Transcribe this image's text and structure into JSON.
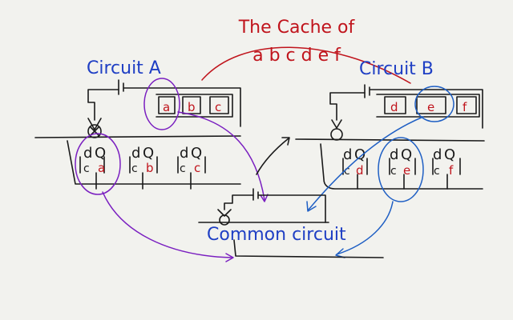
{
  "title": {
    "line1": "The Cache of",
    "line2": "a b c d e f"
  },
  "circuit_a": {
    "label": "Circuit A",
    "cache_letters": [
      "a",
      "b",
      "c"
    ],
    "flipflop_letters": [
      "a",
      "b",
      "c"
    ]
  },
  "circuit_b": {
    "label": "Circuit B",
    "cache_letters": [
      "d",
      "e",
      "f"
    ],
    "flipflop_letters": [
      "d",
      "e",
      "f"
    ]
  },
  "common": {
    "label": "Common circuit"
  },
  "flipflop": {
    "d": "d",
    "q": "Q",
    "c": "c"
  },
  "colors": {
    "red": "#c0141c",
    "blue": "#1f5fc4",
    "purple": "#7a1fc0",
    "ink": "#1a1a1a"
  }
}
